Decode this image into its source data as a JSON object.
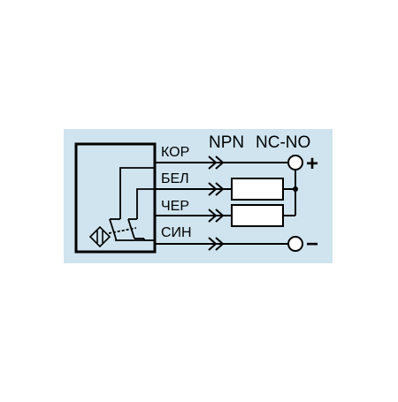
{
  "diagram": {
    "background_color": "#cfe4ee",
    "line_color": "#000000",
    "header_type": "NPN",
    "header_mode": "NC-NO",
    "wires": [
      {
        "label": "КОР"
      },
      {
        "label": "БЕЛ"
      },
      {
        "label": "ЧЕР"
      },
      {
        "label": "СИН"
      }
    ],
    "terminal_positive": "+",
    "terminal_negative": "−",
    "loads": [
      "load-resistor",
      "load-resistor"
    ],
    "sensor_symbol": "inductive-sensor-icon",
    "switch_symbol": "nc-no-switch-icon"
  }
}
